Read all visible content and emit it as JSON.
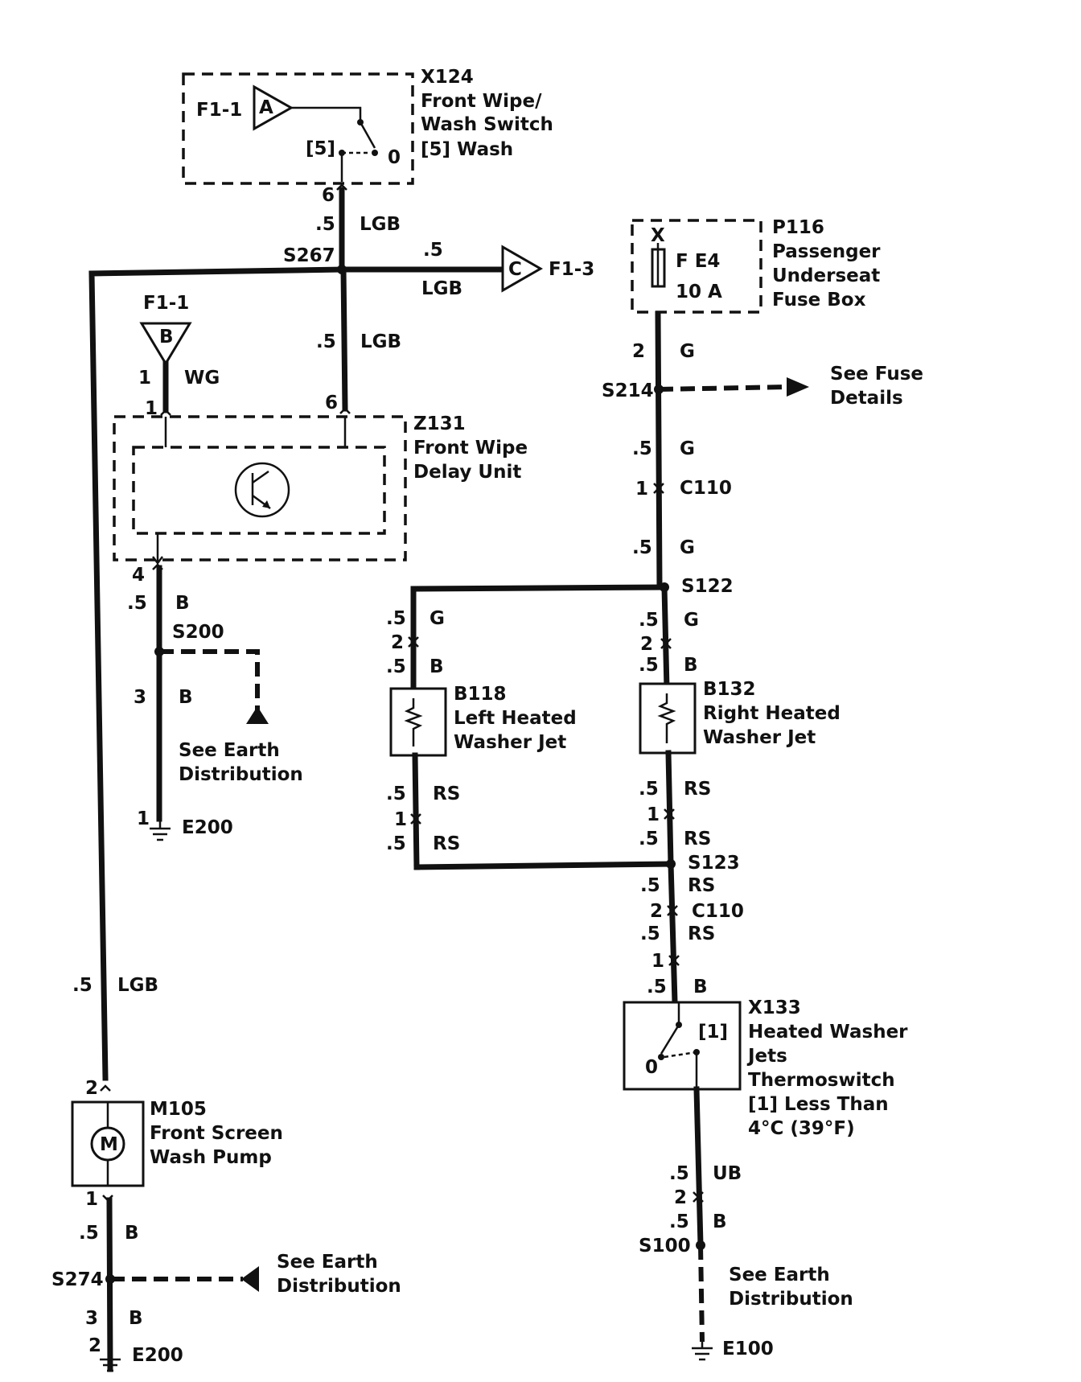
{
  "x124": {
    "id": "X124",
    "name_line1": "Front Wipe/",
    "name_line2": "Wash Switch",
    "state_label": "[5]  Wash",
    "feed": "F1-1",
    "feed_tag": "A",
    "pos_5": "[5]",
    "pos_0": "0",
    "pin": "6"
  },
  "wire_s267_top": {
    "size": ".5",
    "color": "LGB"
  },
  "s267": "S267",
  "branch_f13": {
    "size": ".5",
    "color": "LGB",
    "feed": "F1-3",
    "tag": "C"
  },
  "wire_z131_in": {
    "size": ".5",
    "color": "LGB"
  },
  "feed_b": {
    "name": "F1-1",
    "tag": "B",
    "pin": "1",
    "color": "WG"
  },
  "z131": {
    "id": "Z131",
    "name_line1": "Front Wipe",
    "name_line2": "Delay Unit",
    "pin_1": "1",
    "pin_6": "6",
    "pin_4": "4"
  },
  "wire_z131_out": {
    "size": ".5",
    "color": "B"
  },
  "s200": "S200",
  "wire_s200_down": {
    "pin": "3",
    "color": "B"
  },
  "earth_ref_1": {
    "line1": "See Earth",
    "line2": "Distribution"
  },
  "e200_top": {
    "pin": "1",
    "name": "E200"
  },
  "wire_pump": {
    "size": ".5",
    "color": "LGB"
  },
  "m105": {
    "id": "M105",
    "name_line1": "Front Screen",
    "name_line2": "Wash Pump",
    "pin_2": "2",
    "pin_1": "1",
    "motor": "M"
  },
  "wire_pump_out": {
    "size": ".5",
    "color": "B"
  },
  "s274": "S274",
  "earth_ref_2": {
    "line1": "See Earth",
    "line2": "Distribution"
  },
  "wire_s274_down": {
    "pin": "3",
    "color": "B"
  },
  "e200_bottom": {
    "pin": "2",
    "name": "E200"
  },
  "p116": {
    "id": "P116",
    "name_line1": "Passenger",
    "name_line2": "Underseat",
    "name_line3": "Fuse Box",
    "connector": "X",
    "fuse": "F E4",
    "rating": "10 A"
  },
  "wire_p116_out": {
    "pin": "2",
    "color": "G"
  },
  "s214": "S214",
  "fuse_details": {
    "line1": "See Fuse",
    "line2": "Details"
  },
  "wire_s214_down": {
    "size": ".5",
    "color": "G"
  },
  "c110_a": {
    "pin": "1",
    "name": "C110"
  },
  "wire_c110_down": {
    "size": ".5",
    "color": "G"
  },
  "s122": "S122",
  "left_branch": {
    "size_g": ".5",
    "color_g": "G",
    "pin_2": "2",
    "size_b": ".5",
    "color_b": "B",
    "size_rs1": ".5",
    "color_rs1": "RS",
    "pin_1": "1",
    "size_rs2": ".5",
    "color_rs2": "RS"
  },
  "b118": {
    "id": "B118",
    "name_line1": "Left Heated",
    "name_line2": "Washer Jet"
  },
  "right_branch": {
    "size_g": ".5",
    "color_g": "G",
    "pin_2": "2",
    "size_b": ".5",
    "color_b": "B",
    "size_rs1": ".5",
    "color_rs1": "RS",
    "pin_1": "1",
    "size_rs2": ".5",
    "color_rs2": "RS"
  },
  "b132": {
    "id": "B132",
    "name_line1": "Right Heated",
    "name_line2": "Washer Jet"
  },
  "s123": "S123",
  "wire_s123_down": {
    "size": ".5",
    "color": "RS"
  },
  "c110_b": {
    "pin": "2",
    "name": "C110"
  },
  "wire_c110b_down": {
    "size": ".5",
    "color": "RS"
  },
  "x133_in": {
    "pin": "1",
    "size": ".5",
    "color": "B"
  },
  "x133": {
    "id": "X133",
    "name_line1": "Heated Washer",
    "name_line2": "Jets",
    "name_line3": "Thermoswitch",
    "name_line4": "[1]  Less Than",
    "name_line5": "4°C (39°F)",
    "pos_1": "[1]",
    "pos_0": "0"
  },
  "wire_x133_out": {
    "size": ".5",
    "color": "UB",
    "pin": "2"
  },
  "wire_s100_in": {
    "size": ".5",
    "color": "B"
  },
  "s100": "S100",
  "earth_ref_3": {
    "line1": "See Earth",
    "line2": "Distribution"
  },
  "e100": {
    "name": "E100"
  }
}
